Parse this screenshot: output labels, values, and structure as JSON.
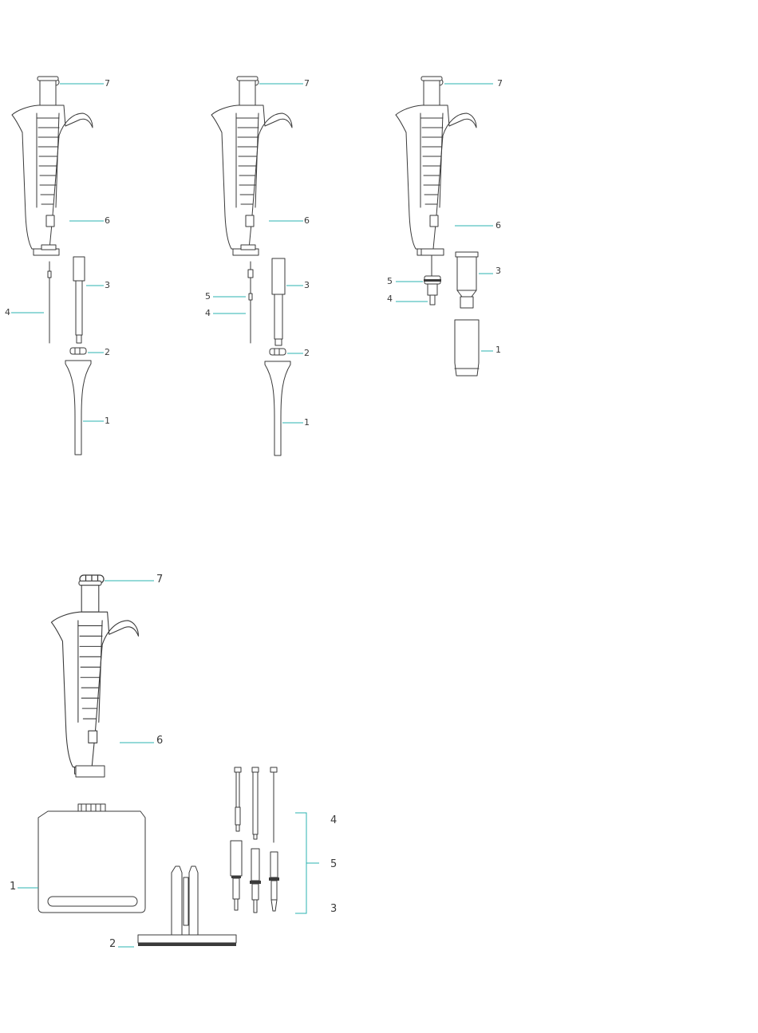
{
  "colors": {
    "line": "#3a3a3a",
    "leader": "#2bb3b1",
    "background": "#ffffff"
  },
  "views": [
    {
      "id": "view-1",
      "callouts": [
        {
          "part": "thumb-button",
          "label": "7"
        },
        {
          "part": "ejector-button",
          "label": "6"
        },
        {
          "part": "shaft",
          "label": "3"
        },
        {
          "part": "piston",
          "label": "4"
        },
        {
          "part": "nut",
          "label": "2"
        },
        {
          "part": "tip-ejector",
          "label": "1"
        }
      ]
    },
    {
      "id": "view-2",
      "callouts": [
        {
          "part": "thumb-button",
          "label": "7"
        },
        {
          "part": "ejector-button",
          "label": "6"
        },
        {
          "part": "shaft",
          "label": "3"
        },
        {
          "part": "seal",
          "label": "5"
        },
        {
          "part": "piston",
          "label": "4"
        },
        {
          "part": "nut",
          "label": "2"
        },
        {
          "part": "tip-ejector",
          "label": "1"
        }
      ]
    },
    {
      "id": "view-3",
      "callouts": [
        {
          "part": "thumb-button",
          "label": "7"
        },
        {
          "part": "ejector-button",
          "label": "6"
        },
        {
          "part": "shaft",
          "label": "3"
        },
        {
          "part": "seal",
          "label": "5"
        },
        {
          "part": "piston",
          "label": "4"
        },
        {
          "part": "tip-ejector",
          "label": "1"
        }
      ]
    },
    {
      "id": "view-4",
      "callouts": [
        {
          "part": "thumb-button",
          "label": "7"
        },
        {
          "part": "ejector-button",
          "label": "6"
        },
        {
          "part": "piston",
          "label": "4"
        },
        {
          "part": "seal",
          "label": "5"
        },
        {
          "part": "shaft",
          "label": "3"
        },
        {
          "part": "manifold-housing",
          "label": "1"
        },
        {
          "part": "tip-ejector-bar",
          "label": "2"
        }
      ]
    }
  ]
}
